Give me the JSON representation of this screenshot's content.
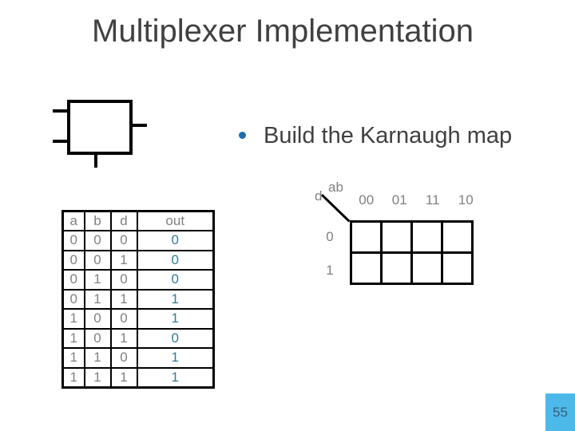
{
  "slide": {
    "title": "Multiplexer Implementation",
    "bullet_text": "Build the Karnaugh map",
    "page_number": "55"
  },
  "truth_table": {
    "headers": [
      "a",
      "b",
      "d",
      "out"
    ],
    "rows": [
      [
        "0",
        "0",
        "0",
        "0"
      ],
      [
        "0",
        "0",
        "1",
        "0"
      ],
      [
        "0",
        "1",
        "0",
        "0"
      ],
      [
        "0",
        "1",
        "1",
        "1"
      ],
      [
        "1",
        "0",
        "0",
        "1"
      ],
      [
        "1",
        "0",
        "1",
        "0"
      ],
      [
        "1",
        "1",
        "0",
        "1"
      ],
      [
        "1",
        "1",
        "1",
        "1"
      ]
    ]
  },
  "kmap": {
    "corner_row_var": "d",
    "corner_col_var": "ab",
    "col_labels": [
      "00",
      "01",
      "11",
      "10"
    ],
    "row_labels": [
      "0",
      "1"
    ],
    "cells": [
      [
        "",
        "",
        "",
        ""
      ],
      [
        "",
        "",
        "",
        ""
      ]
    ]
  },
  "colors": {
    "title_text": "#404040",
    "body_text": "#404040",
    "bullet_dot": "#1F6DAD",
    "table_text": "#808080",
    "table_out_text": "#2E7D96",
    "diagram_line": "#000000",
    "footer_bg": "#4DB9E9",
    "footer_text": "#3A6175"
  }
}
